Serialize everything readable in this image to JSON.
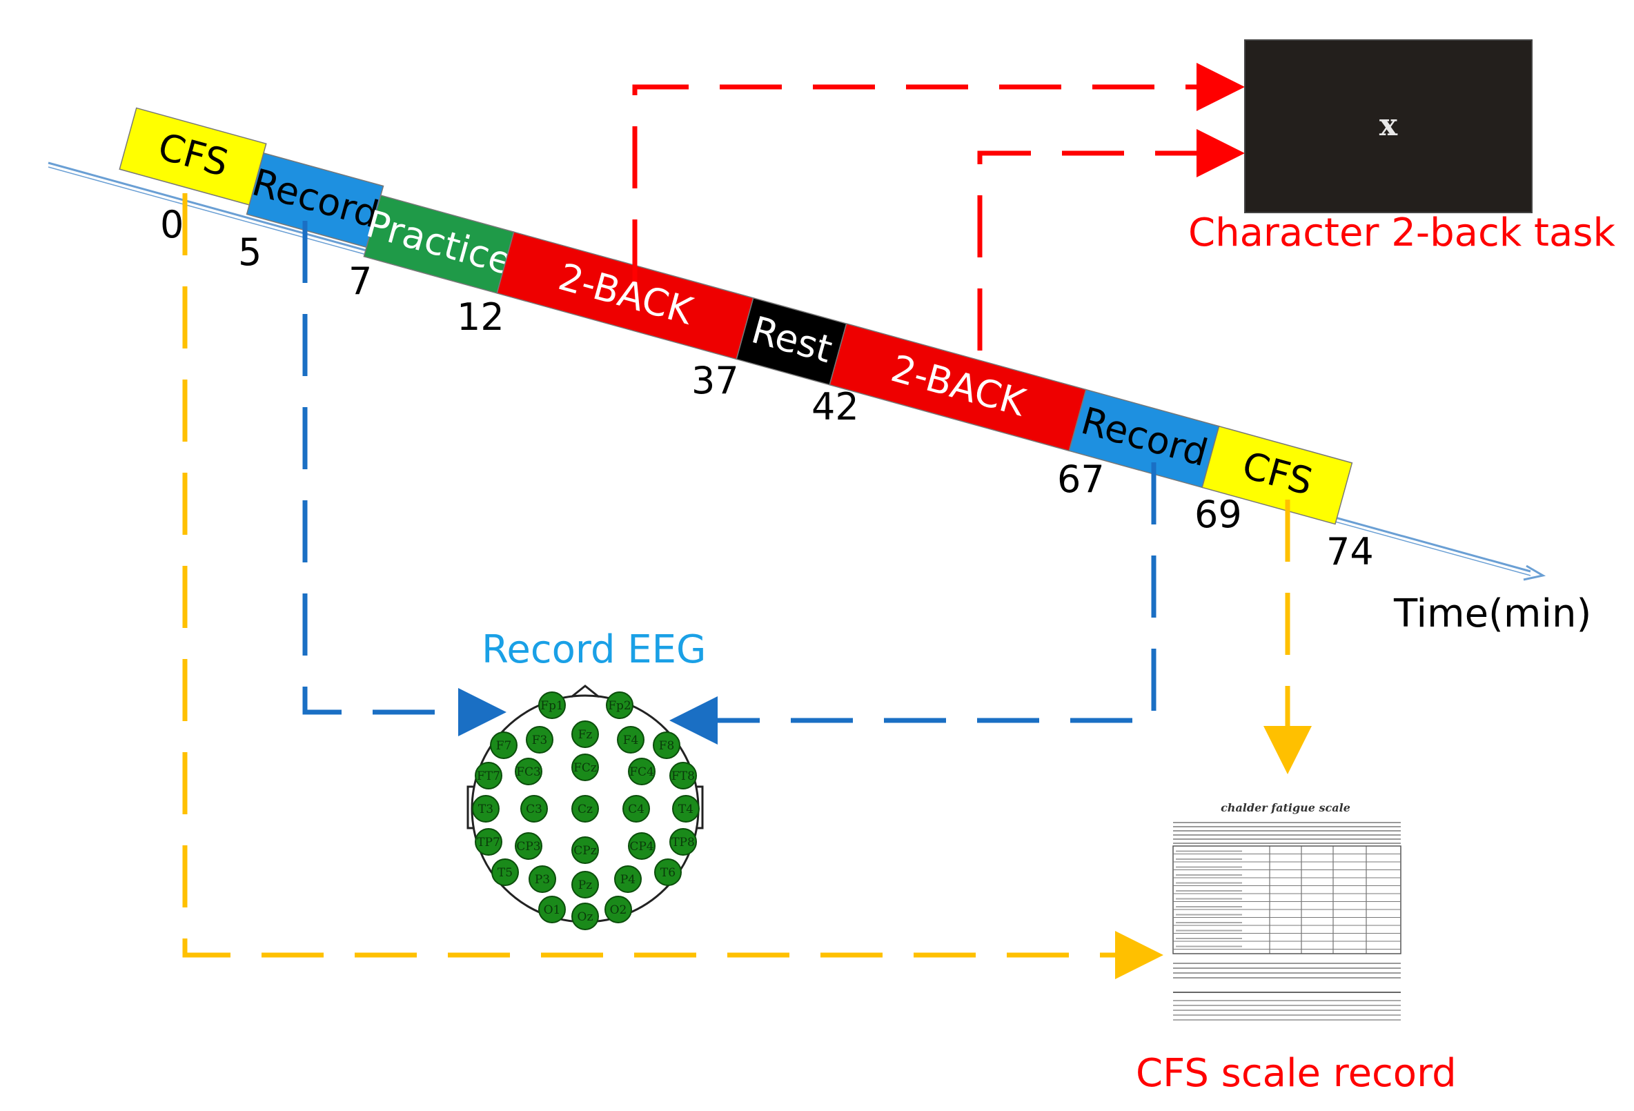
{
  "timeline": {
    "axis_label": "Time(min)",
    "segments": [
      {
        "label": "CFS",
        "start": 0,
        "end": 5,
        "color": "#ffff00",
        "text_color": "#000000"
      },
      {
        "label": "Record",
        "start": 5,
        "end": 7,
        "color": "#1e90e0",
        "text_color": "#000000"
      },
      {
        "label": "Practice",
        "start": 7,
        "end": 12,
        "color": "#1f9a48",
        "text_color": "#ffffff"
      },
      {
        "label": "2-BACK",
        "start": 12,
        "end": 37,
        "color": "#ee0000",
        "text_color": "#ffffff"
      },
      {
        "label": "Rest",
        "start": 37,
        "end": 42,
        "color": "#000000",
        "text_color": "#ffffff"
      },
      {
        "label": "2-BACK",
        "start": 42,
        "end": 67,
        "color": "#ee0000",
        "text_color": "#ffffff"
      },
      {
        "label": "Record",
        "start": 67,
        "end": 69,
        "color": "#1e90e0",
        "text_color": "#000000"
      },
      {
        "label": "CFS",
        "start": 69,
        "end": 74,
        "color": "#ffff00",
        "text_color": "#000000"
      }
    ],
    "ticks": [
      "0",
      "5",
      "7",
      "12",
      "37",
      "42",
      "67",
      "69",
      "74"
    ]
  },
  "task_panel": {
    "caption": "Character 2-back task",
    "stimulus": "x",
    "background": "#231f1c"
  },
  "eeg": {
    "caption": "Record EEG",
    "electrodes": [
      "Fp1",
      "Fp2",
      "F7",
      "F3",
      "Fz",
      "F4",
      "F8",
      "FT7",
      "FC3",
      "FCz",
      "FC4",
      "FT8",
      "T3",
      "C3",
      "Cz",
      "C4",
      "T4",
      "TP7",
      "CP3",
      "CPz",
      "CP4",
      "TP8",
      "T5",
      "P3",
      "Pz",
      "P4",
      "T6",
      "O1",
      "Oz",
      "O2"
    ]
  },
  "cfs_scale": {
    "caption": "CFS scale record",
    "sheet_title": "chalder fatigue scale"
  },
  "colors": {
    "red_arrow": "#ff0000",
    "blue_arrow": "#1a6fc4",
    "yellow_arrow": "#ffc000",
    "electrode": "#1a8a1a"
  }
}
